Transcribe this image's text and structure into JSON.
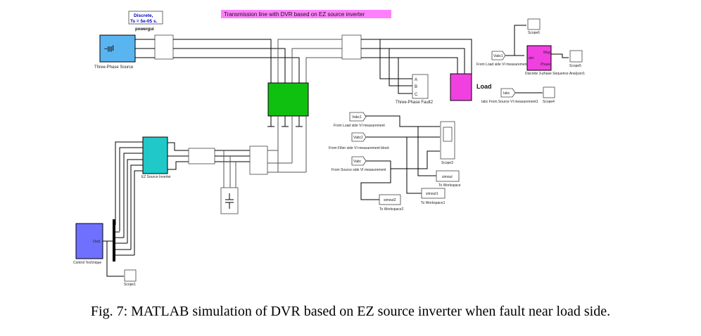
{
  "title": "Transmission line with DVR based on EZ source inverter",
  "powergui": {
    "line1": "Discrete,",
    "line2": "Ts = 5e-05 s.",
    "label": "powergui"
  },
  "blocks": {
    "source": "Three-Phase Source",
    "load": "Load",
    "fault": "Three-Phase Fault2",
    "inverter": "EZ Source Inverter",
    "control": "Control Technique",
    "control_port": "Out1",
    "analyzer": "Discrete 3-phase Sequence Analyzer1",
    "analyzer_in": "abc",
    "analyzer_mag": "Mag",
    "analyzer_phase": "Phase",
    "scope6": "Scope6",
    "scope5": "Scope5",
    "scope4": "Scope4",
    "scope3": "Scope3",
    "scope1": "Scope1"
  },
  "from_tags": [
    {
      "tag": "Vabc1",
      "label": "From Load side VI measurement1"
    },
    {
      "tag": "Iabc",
      "label": "Iabc From Source VI measurement1"
    },
    {
      "tag": "Vabc1",
      "label": "From Load side VI measurement"
    },
    {
      "tag": "Vabc2",
      "label": "From Filter side VI measurement block"
    },
    {
      "tag": "Vabc",
      "label": "From Source side VI measurement"
    }
  ],
  "workspace": [
    {
      "var": "simout",
      "label": "To Workspace"
    },
    {
      "var": "simout1",
      "label": "To Workspace1"
    },
    {
      "var": "simout2",
      "label": "To Workspace2"
    }
  ],
  "ports": {
    "A": "A",
    "B": "B",
    "C": "C",
    "a": "a",
    "b": "b",
    "c": "c"
  },
  "colors": {
    "title_bg": "#ff80ff",
    "source": "#5ab4f0",
    "transformer": "#10c010",
    "load": "#f040e0",
    "inverter": "#20c8c8",
    "control": "#7070ff"
  },
  "caption": "Fig. 7: MATLAB simulation of DVR based on EZ source inverter when fault near load side."
}
